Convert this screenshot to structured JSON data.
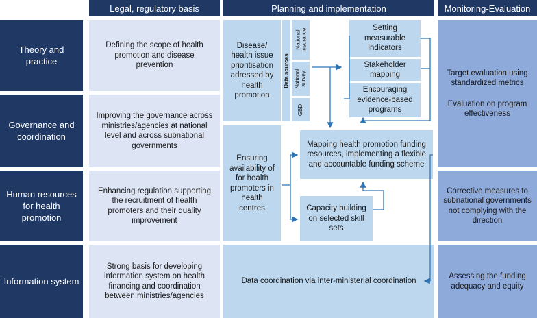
{
  "headers": {
    "legal": "Legal, regulatory basis",
    "planning": "Planning and implementation",
    "monitoring": "Monitoring-Evaluation"
  },
  "rows": {
    "theory": "Theory and practice",
    "governance": "Governance and coordination",
    "human": "Human resources for health promotion",
    "info": "Information system"
  },
  "legal": {
    "theory": "Defining the scope of health promotion and disease prevention",
    "governance": "Improving the governance across ministries/agencies at national level and across subnational governments",
    "human": "Enhancing regulation supporting the recruitment of health promoters and their quality improvement",
    "info": "Strong basis for developing information system on health financing and coordination between ministries/agencies"
  },
  "planning": {
    "prioritisation": "Disease/ health issue prioritisation adressed by health promotion",
    "data_sources_label": "Data sources",
    "sources": [
      "National insurance",
      "National survey",
      "GBD"
    ],
    "indicators": "Setting measurable indicators",
    "stakeholder": "Stakeholder mapping",
    "evidence": "Encouraging evidence-based programs",
    "availability": "Ensuring availability of for health promoters in health centres",
    "funding": "Mapping health promotion funding resources, implementing a flexible and accountable funding scheme",
    "capacity": "Capacity building on selected skill sets",
    "data_coord": "Data coordination via inter-ministerial coordination"
  },
  "monitoring": {
    "theory_a": "Target evaluation using standardized metrics",
    "theory_b": "Evaluation on program effectiveness",
    "human": "Corrective measures to subnational governments not complying with the direction",
    "info": "Assessing the funding adequacy and equity"
  },
  "colors": {
    "dark_navy": "#1f3864",
    "legal_fill": "#dde5f5",
    "planning_fill": "#bdd7ee",
    "monitoring_fill": "#8eaadb",
    "arrow": "#2e75b6"
  }
}
